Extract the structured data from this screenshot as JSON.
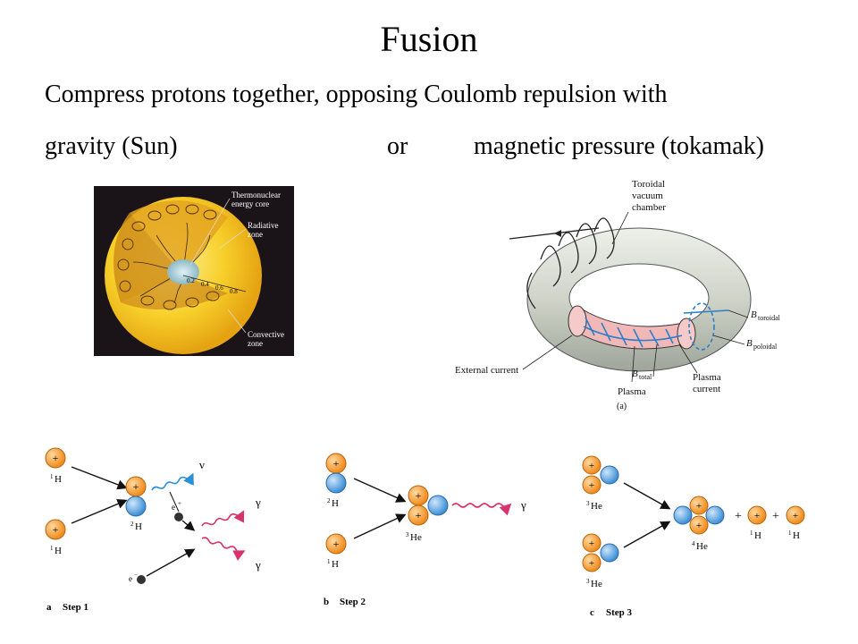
{
  "slide": {
    "title": "Fusion",
    "line1": "Compress protons together, opposing Coulomb repulsion with",
    "line2_left": "gravity (Sun)",
    "line2_mid": "or",
    "line2_right": "magnetic pressure (tokamak)"
  },
  "sun": {
    "core_label_1": "Thermonuclear",
    "core_label_2": "energy core",
    "rad_label_1": "Radiative",
    "rad_label_2": "zone",
    "conv_label_1": "Convective",
    "conv_label_2": "zone",
    "ticks": [
      "0.2",
      "0.4",
      "0.6",
      "0.8"
    ],
    "colors": {
      "background": "#1a1418",
      "surface": "#f4c21a",
      "core": "#9fc7cf"
    }
  },
  "tokamak": {
    "chamber_1": "Toroidal",
    "chamber_2": "vacuum",
    "chamber_3": "chamber",
    "b_symbol": "B",
    "sub_toroidal": "toroidal",
    "sub_poloidal": "poloidal",
    "sub_total": "total",
    "external_current": "External current",
    "plasma": "Plasma",
    "plasma_current_1": "Plasma",
    "plasma_current_2": "current",
    "panel": "(a)",
    "colors": {
      "torus": "#d6d9d0",
      "plasma": "#f2b8b8",
      "field": "#2a7fc8"
    }
  },
  "steps": {
    "plus": "+",
    "h_sym": "H",
    "he_sym": "He",
    "mass1": "1",
    "mass2": "2",
    "mass3": "3",
    "mass4": "4",
    "nu": "ν",
    "gamma": "γ",
    "e_letter": "e",
    "e_plus": "+",
    "e_minus": "−",
    "plus_op": "+",
    "a_letter": "a",
    "a_step": "Step 1",
    "b_letter": "b",
    "b_step": "Step 2",
    "c_letter": "c",
    "c_step": "Step 3",
    "colors": {
      "proton": "#f39a2b",
      "neutron": "#4f9fe0",
      "photon": "#d8336a",
      "neutrino": "#2a8fd8"
    }
  }
}
